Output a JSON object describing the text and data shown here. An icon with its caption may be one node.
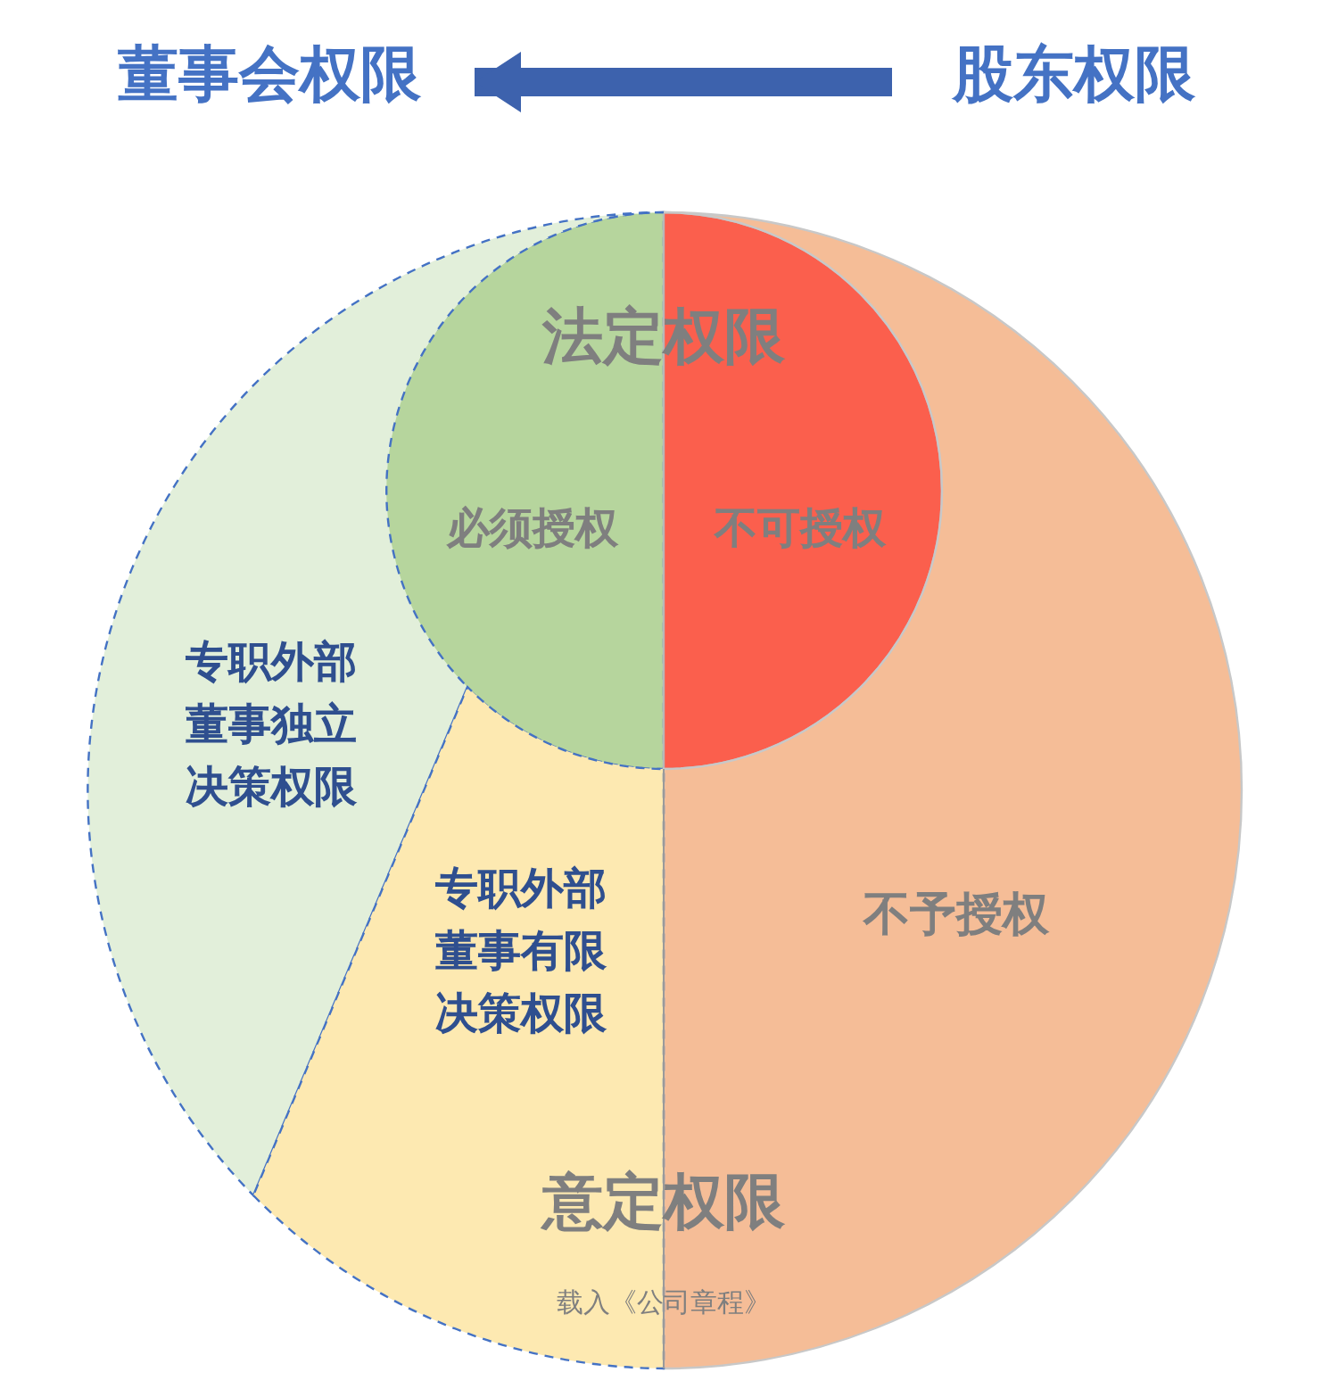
{
  "diagram": {
    "nodes": [
      {
        "text": [
          "董事会权限"
        ]
      },
      {
        "text": [
          "股东权限"
        ]
      },
      {
        "text": [
          "必须授权"
        ]
      },
      {
        "text": [
          "不可授权"
        ]
      },
      {
        "text": [
          "不予授权"
        ]
      },
      {
        "text": [
          "专职外部董事独立决策权限"
        ]
      },
      {
        "text": [
          "专职外部董事有限决策权限"
        ]
      }
    ],
    "edges": [
      {
        "from": 1,
        "to": 0,
        "arrow": "to"
      }
    ],
    "labels": [
      "法定权限",
      "意定权限",
      "载入《公司章程》"
    ]
  }
}
